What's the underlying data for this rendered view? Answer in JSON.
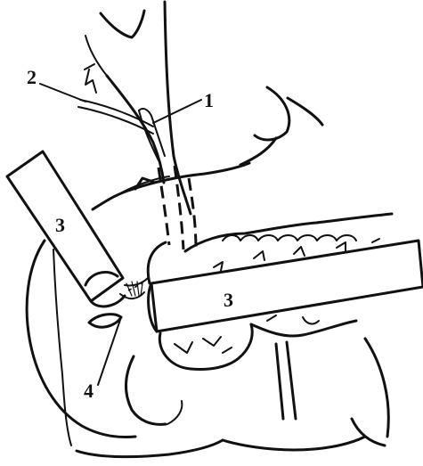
{
  "figure": {
    "labels": {
      "tube": "1",
      "wire": "2",
      "instrument": "3",
      "stapler": "3",
      "defect": "4"
    }
  }
}
